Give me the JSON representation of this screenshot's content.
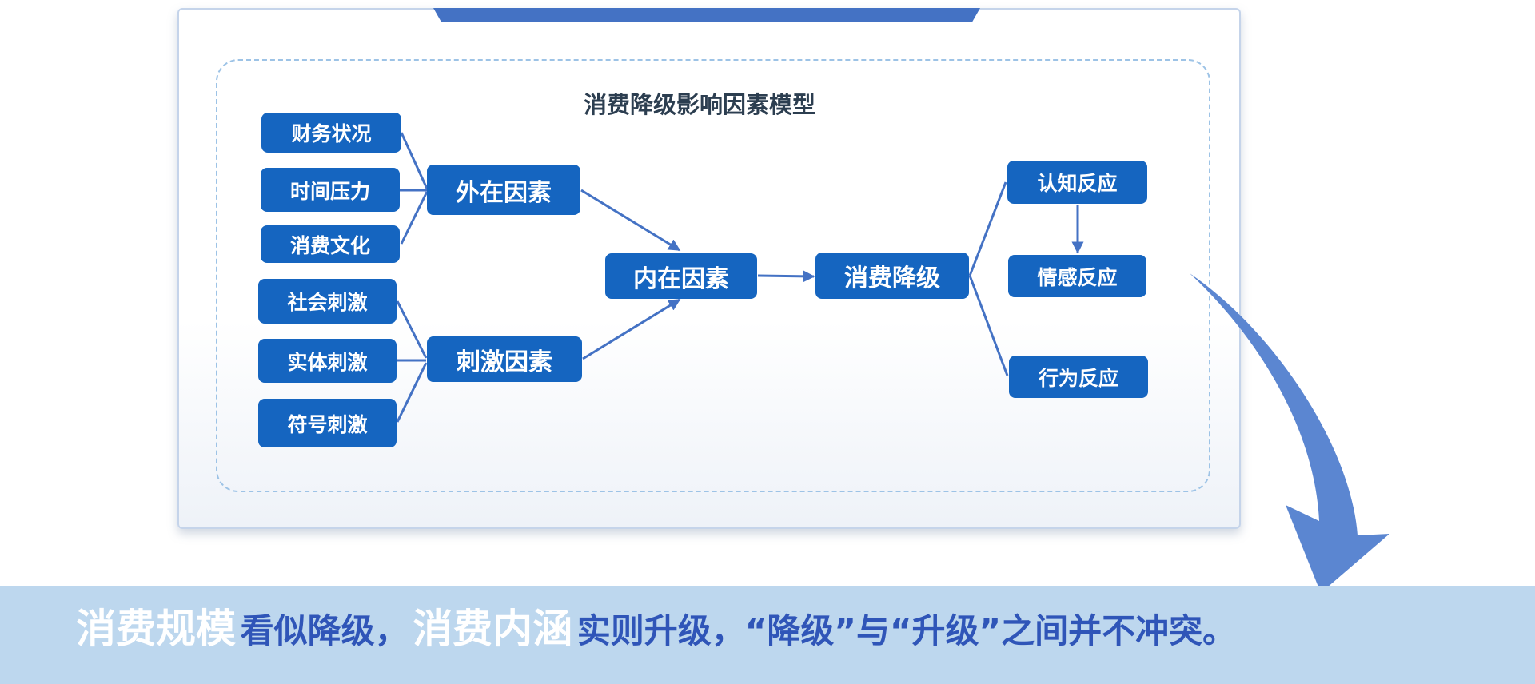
{
  "diagram": {
    "title": "消费降级影响因素模型",
    "nodes": {
      "financial_status": "财务状况",
      "time_pressure": "时间压力",
      "consumption_culture": "消费文化",
      "social_stimulus": "社会刺激",
      "physical_stimulus": "实体刺激",
      "symbolic_stimulus": "符号刺激",
      "external_factors": "外在因素",
      "stimulus_factors": "刺激因素",
      "internal_factors": "内在因素",
      "consumption_downgrade": "消费降级",
      "cognitive_response": "认知反应",
      "emotional_response": "情感反应",
      "behavioral_response": "行为反应"
    },
    "edges": [
      [
        "财务状况",
        "外在因素"
      ],
      [
        "时间压力",
        "外在因素"
      ],
      [
        "消费文化",
        "外在因素"
      ],
      [
        "社会刺激",
        "刺激因素"
      ],
      [
        "实体刺激",
        "刺激因素"
      ],
      [
        "符号刺激",
        "刺激因素"
      ],
      [
        "外在因素",
        "内在因素"
      ],
      [
        "刺激因素",
        "内在因素"
      ],
      [
        "内在因素",
        "消费降级"
      ],
      [
        "消费降级",
        "认知反应"
      ],
      [
        "消费降级",
        "行为反应"
      ],
      [
        "认知反应",
        "情感反应"
      ]
    ]
  },
  "tagline": {
    "part1": "消费规模",
    "part2": "看似降级，",
    "part3": "消费内涵",
    "part4": "实则升级，“降级”与“升级”之间并不冲突。"
  },
  "colors": {
    "node_fill": "#1565c0",
    "connector": "#4472c4",
    "arrow_fill": "#5b86d1",
    "band": "#bdd7ee",
    "tagline_text": "#2f55b8"
  }
}
